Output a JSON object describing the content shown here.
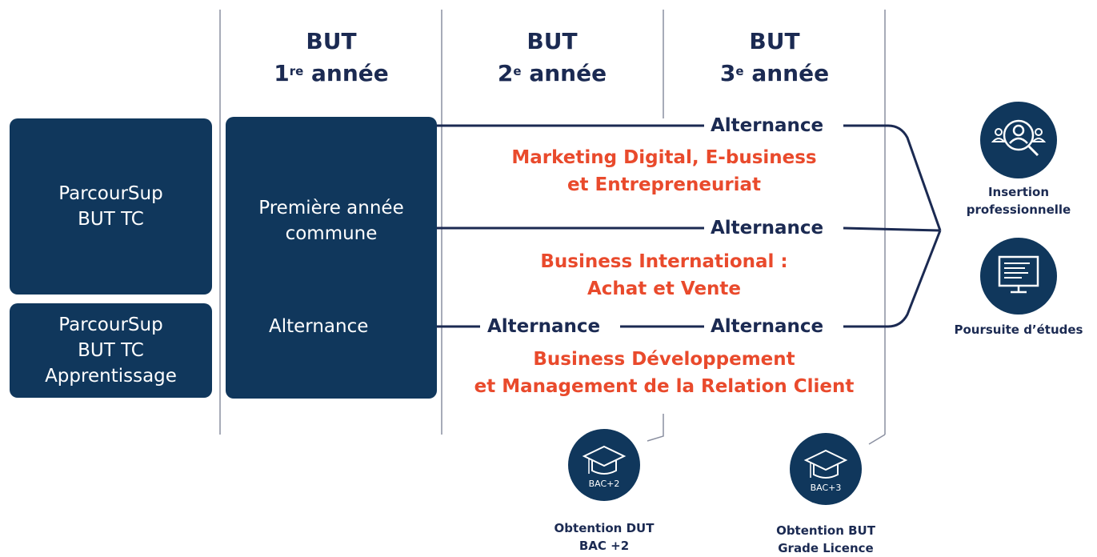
{
  "headers": [
    {
      "line1": "BUT",
      "num": "1",
      "sup": "re",
      "rest": " année"
    },
    {
      "line1": "BUT",
      "num": "2",
      "sup": "e",
      "rest": " année"
    },
    {
      "line1": "BUT",
      "num": "3",
      "sup": "e",
      "rest": " année"
    }
  ],
  "left_boxes": {
    "parcoursup": [
      "ParcourSup",
      "BUT TC"
    ],
    "apprentissage": [
      "ParcourSup",
      "BUT TC",
      "Apprentissage"
    ]
  },
  "first_year": {
    "label": [
      "Première année",
      "commune"
    ],
    "alternance": "Alternance"
  },
  "alternance": {
    "track1_y3": "Alternance",
    "track2_y3": "Alternance",
    "track3_y2": "Alternance",
    "track3_y3": "Alternance"
  },
  "specialties": [
    [
      "Marketing Digital, E-business",
      "et Entrepreneuriat"
    ],
    [
      "Business International :",
      "Achat et Vente"
    ],
    [
      "Business Développement",
      "et Management de la Relation Client"
    ]
  ],
  "outcomes": {
    "insertion": [
      "Insertion",
      "professionnelle"
    ],
    "poursuite": "Poursuite d’études"
  },
  "degrees": {
    "dut": {
      "badge": "BAC+2",
      "label": [
        "Obtention DUT",
        "BAC +2"
      ]
    },
    "but": {
      "badge": "BAC+3",
      "label": [
        "Obtention BUT",
        "Grade Licence"
      ]
    }
  },
  "colors": {
    "navy": "#10375c",
    "text_navy": "#1b2a52",
    "accent_orange": "#e94a2c",
    "divider": "#8a8fa0"
  }
}
